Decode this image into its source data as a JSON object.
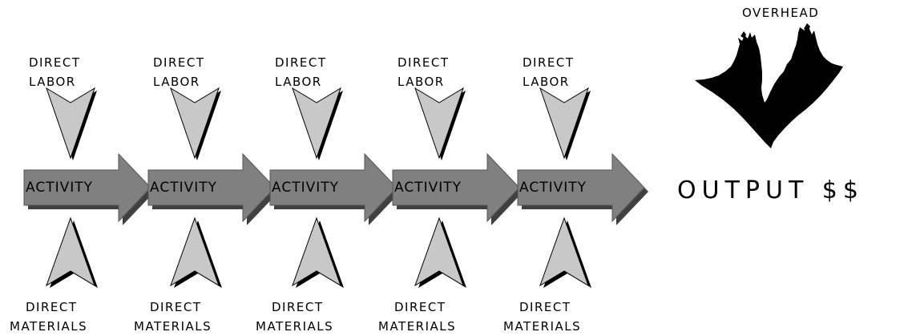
{
  "stages": [
    {
      "labor_line1": "DIRECT",
      "labor_line2": "LABOR",
      "activity": "ACTIVITY",
      "materials_line1": "DIRECT",
      "materials_line2": "MATERIALS"
    },
    {
      "labor_line1": "DIRECT",
      "labor_line2": "LABOR",
      "activity": "ACTIVITY",
      "materials_line1": "DIRECT",
      "materials_line2": "MATERIALS"
    },
    {
      "labor_line1": "DIRECT",
      "labor_line2": "LABOR",
      "activity": "ACTIVITY",
      "materials_line1": "DIRECT",
      "materials_line2": "MATERIALS"
    },
    {
      "labor_line1": "DIRECT",
      "labor_line2": "LABOR",
      "activity": "ACTIVITY",
      "materials_line1": "DIRECT",
      "materials_line2": "MATERIALS"
    },
    {
      "labor_line1": "DIRECT",
      "labor_line2": "LABOR",
      "activity": "ACTIVITY",
      "materials_line1": "DIRECT",
      "materials_line2": "MATERIALS"
    }
  ],
  "overhead": "OVERHEAD",
  "output": "OUTPUT $$",
  "colors": {
    "activity_fill": "#808080",
    "activity_shadow": "#404040",
    "input_arrow_fill": "#c8c8c8",
    "input_arrow_shadow": "#000000",
    "overhead_fill": "#000000"
  }
}
